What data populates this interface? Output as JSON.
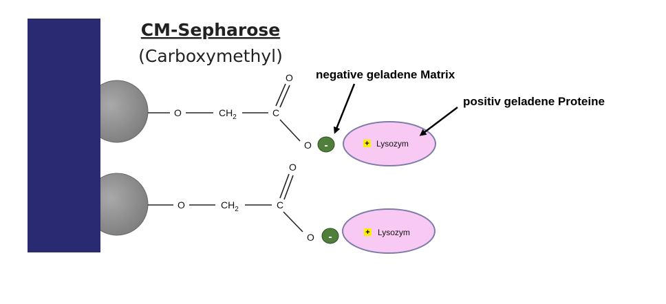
{
  "title": "CM-Sepharose",
  "subtitle": "(Carboxymethyl)",
  "annotations": {
    "matrix": "negative geladene Matrix",
    "proteins": "positiv geladene Proteine"
  },
  "chain": {
    "ether_o": "O",
    "ch2": "CH",
    "ch2_sub": "2",
    "carbon": "C",
    "carbonyl_o": "O",
    "anion_o": "O"
  },
  "charges": {
    "minus": "-",
    "plus": "+"
  },
  "protein_label": "Lysozym",
  "colors": {
    "matrix_bar": "#2a2a72",
    "bead": "#8c8c8c",
    "negative_charge": "#4f7f3a",
    "protein_fill": "#f8c9f3",
    "protein_stroke": "#7c7ca8",
    "plus_badge": "#ffee00"
  }
}
